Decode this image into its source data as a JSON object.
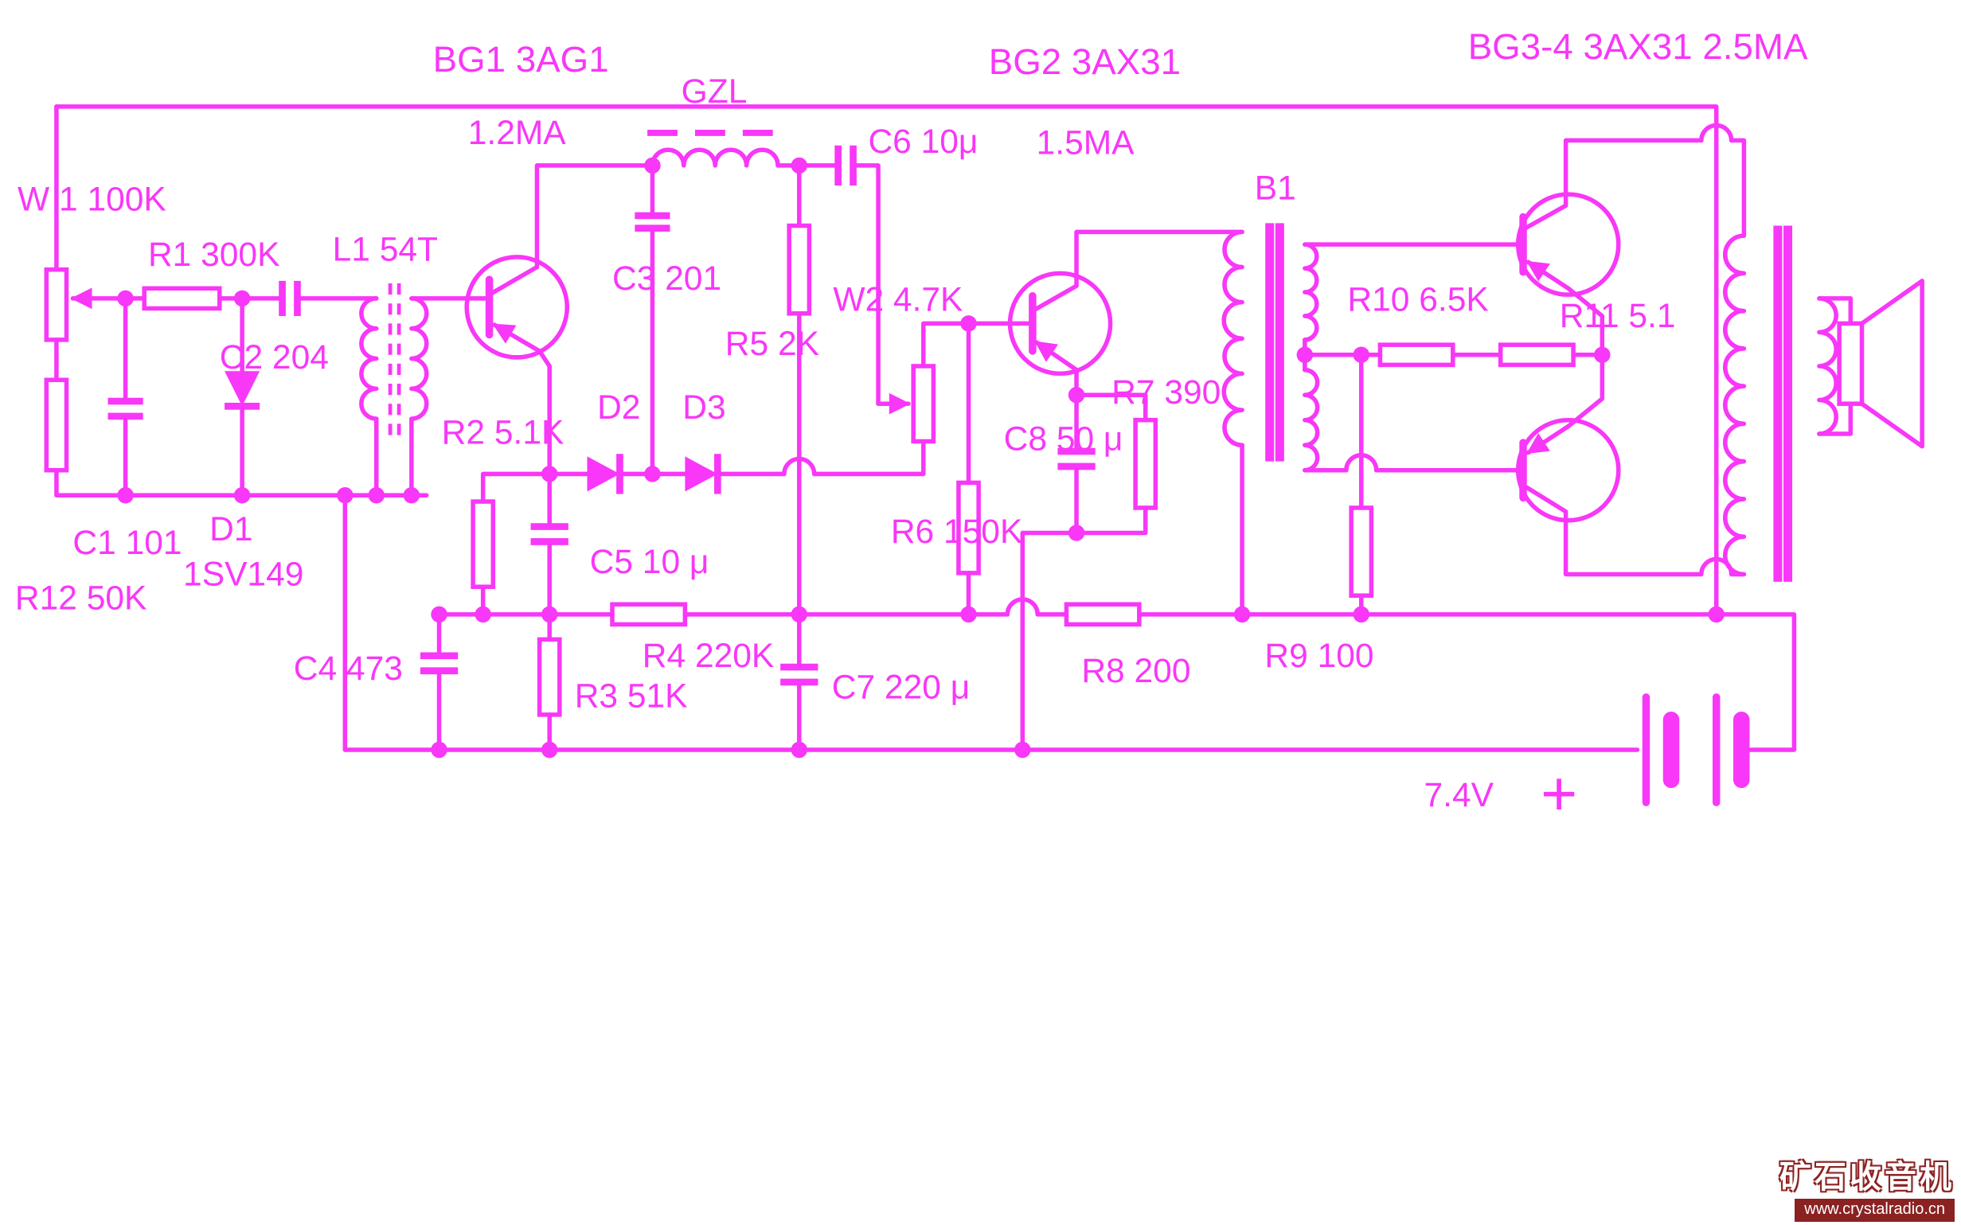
{
  "colors": {
    "ink": "#F837F8",
    "background": "#FFFFFF",
    "watermark_bar": "#8B2222"
  },
  "watermark": {
    "title": "矿石收音机",
    "url": "www.crystalradio.cn"
  },
  "schematic": {
    "labels": {
      "bg1": "BG1  3AG1",
      "gzl": "GZL",
      "i1": "1.2MA",
      "bg2": "BG2 3AX31",
      "bg34": "BG3-4 3AX31   2.5MA",
      "c6": "C6 10μ",
      "i2": "1.5MA",
      "w1": "W 1 100K",
      "r1": "R1 300K",
      "l1": "L1 54T",
      "c3": "C3 201",
      "w2": "W2 4.7K",
      "b1": "B1",
      "r10": "R10 6.5K",
      "r11": "R11 5.1",
      "c2": "C2 204",
      "r5": "R5 2K",
      "r7": "R7 390",
      "r2": "R2 5.1K",
      "d2": "D2",
      "d3": "D3",
      "c8": "C8 50 μ",
      "c1": "C1 101",
      "d1": "D1",
      "d1_type": "1SV149",
      "r12": "R12 50K",
      "c5": "C5 10 μ",
      "r6": "R6 150K",
      "c4": "C4 473",
      "r4": "R4 220K",
      "r3": "R3 51K",
      "c7": "C7 220 μ",
      "r8": "R8 200",
      "r9": "R9 100",
      "vbat": "7.4V",
      "plus": "+"
    }
  }
}
